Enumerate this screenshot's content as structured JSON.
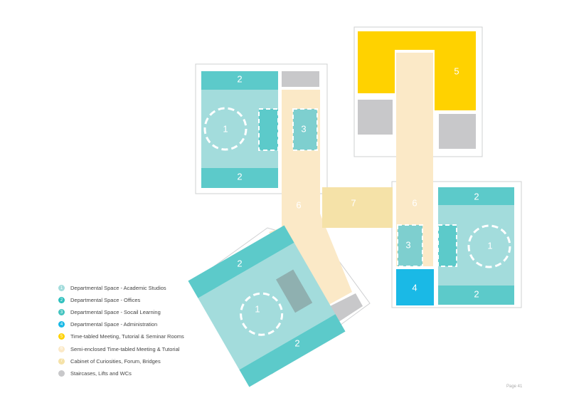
{
  "colors": {
    "studio": "#a3dcdc",
    "office": "#5ccaca",
    "social": "#7ecfcf",
    "admin": "#1ab9e6",
    "seminar": "#ffd200",
    "corridor": "#fbe9c7",
    "forum": "#f5e2a8",
    "core": "#c8c8ca",
    "outline": "#cfd0d2"
  },
  "zones": {
    "z1a": "1",
    "z1b": "1",
    "z1c": "1",
    "z2a": "2",
    "z2b": "2",
    "z2c": "2",
    "z2d": "2",
    "z2e": "2",
    "z2f": "2",
    "z3a": "3",
    "z3b": "3",
    "z4": "4",
    "z5": "5",
    "z6a": "6",
    "z6b": "6",
    "z7": "7"
  },
  "legend": [
    {
      "num": "1",
      "label": "Departmental Space - Academic Studios",
      "color": "#a3dcdc"
    },
    {
      "num": "2",
      "label": "Departmental Space - Offices",
      "color": "#2ec0be"
    },
    {
      "num": "3",
      "label": "Departmental Space - Socail Learning",
      "color": "#44c4c0"
    },
    {
      "num": "4",
      "label": "Departmental Space - Administration",
      "color": "#1ab9e6"
    },
    {
      "num": "5",
      "label": "Time-tabled Meeting, Tutorial & Seminar Rooms",
      "color": "#ffd200"
    },
    {
      "num": "6",
      "label": "Semi-enclosed Time-tabled Meeting & Tutorial",
      "color": "#fbe9c7"
    },
    {
      "num": "7",
      "label": "Cabinet of Curiosities,  Forum, Bridges",
      "color": "#f5e2a8"
    },
    {
      "num": "",
      "label": "Staircases, Lifts and WCs",
      "color": "#c8c8ca"
    }
  ],
  "page_number": "Page 41"
}
